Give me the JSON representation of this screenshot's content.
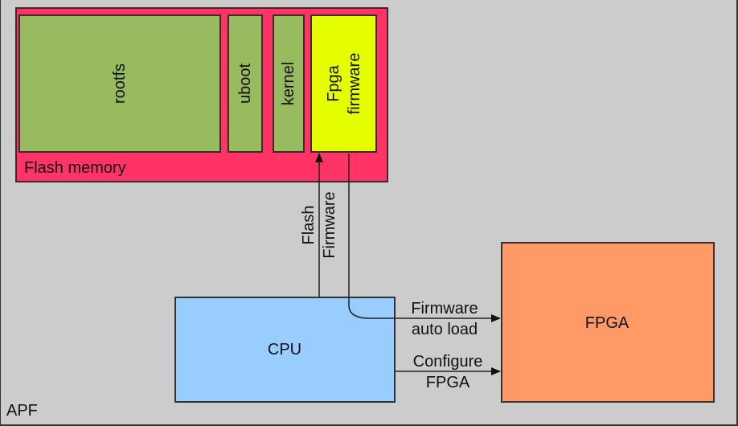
{
  "container": {
    "label": "APF"
  },
  "flash_memory": {
    "label": "Flash memory",
    "partitions": [
      {
        "label": "rootfs"
      },
      {
        "label": "uboot"
      },
      {
        "label": "kernel"
      },
      {
        "label": "Fpga firmware",
        "lines": [
          "Fpga",
          "firmware"
        ]
      }
    ]
  },
  "cpu": {
    "label": "CPU"
  },
  "fpga": {
    "label": "FPGA"
  },
  "connections": {
    "flash_firmware": {
      "lines": [
        "Flash",
        "Firmware"
      ]
    },
    "firmware_auto_load": {
      "lines": [
        "Firmware",
        "auto load"
      ]
    },
    "configure_fpga": {
      "lines": [
        "Configure",
        "FPGA"
      ]
    }
  },
  "colors": {
    "background": "#cccccc",
    "flash": "#ff3366",
    "partition": "#99bb5f",
    "fpga_firmware": "#e6ff00",
    "cpu": "#99ccff",
    "fpga": "#ff9966"
  }
}
